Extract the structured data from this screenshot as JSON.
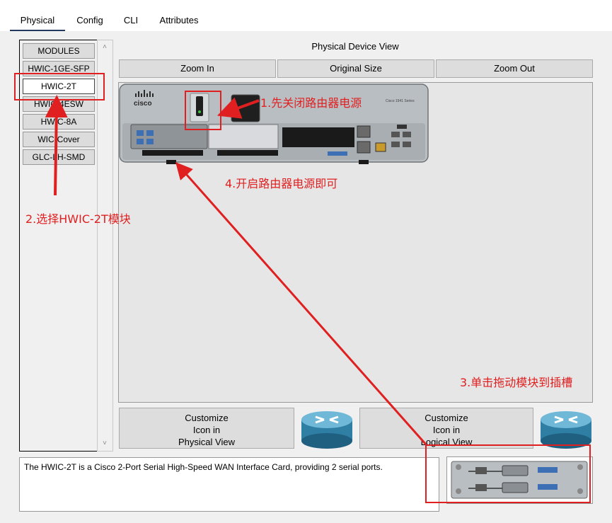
{
  "tabs": [
    {
      "label": "Physical",
      "active": true
    },
    {
      "label": "Config"
    },
    {
      "label": "CLI"
    },
    {
      "label": "Attributes"
    }
  ],
  "modules": {
    "items": [
      "MODULES",
      "HWIC-1GE-SFP",
      "HWIC-2T",
      "HWIC-4ESW",
      "HWIC-8A",
      "WIC-Cover",
      "GLC-LH-SMD"
    ],
    "selected": "HWIC-2T"
  },
  "device_view": {
    "title": "Physical Device View",
    "zoom_in": "Zoom In",
    "original_size": "Original Size",
    "zoom_out": "Zoom Out"
  },
  "router": {
    "brand": "cisco",
    "model": "Cisco 1941 Series"
  },
  "customize": {
    "physical_lines": [
      "Customize",
      "Icon in",
      "Physical View"
    ],
    "logical_lines": [
      "Customize",
      "Icon in",
      "Logical View"
    ]
  },
  "description": "The HWIC-2T is a Cisco 2-Port Serial High-Speed WAN Interface Card, providing 2 serial ports.",
  "annotations": {
    "step1": "1.先关闭路由器电源",
    "step2": "2.选择HWIC-2T模块",
    "step3": "3.单击拖动模块到插槽",
    "step4": "4.开启路由器电源即可"
  },
  "colors": {
    "annotation_red": "#e02020",
    "tab_underline": "#23395d",
    "router_body": "#b9bec3"
  }
}
